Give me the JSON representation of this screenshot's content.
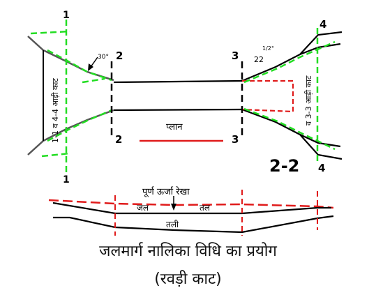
{
  "diagram": {
    "section_numbers": [
      "1",
      "1",
      "2",
      "2",
      "3",
      "3",
      "4",
      "4"
    ],
    "side_label_left": "1-1 व 4-4 आड़ी काट",
    "side_label_right": "व 3-3 आड़ी काट",
    "angle_left": "30°",
    "angle_right_whole": "22",
    "angle_right_fraction": "1/2°",
    "plan_label": "प्लान",
    "section_label": "2-2",
    "energy_line_label": "पूर्ण ऊर्जा रेखा",
    "water_label_1": "जल",
    "water_label_2": "तल",
    "bed_label": "तली"
  },
  "caption": {
    "title": "जलमार्ग नालिका विधि का प्रयोग",
    "subtitle": "(रवड़ी काट)"
  },
  "colors": {
    "green_dash": "#22dd22",
    "red": "#e01b1b",
    "black": "#000000",
    "gray": "#666666"
  }
}
